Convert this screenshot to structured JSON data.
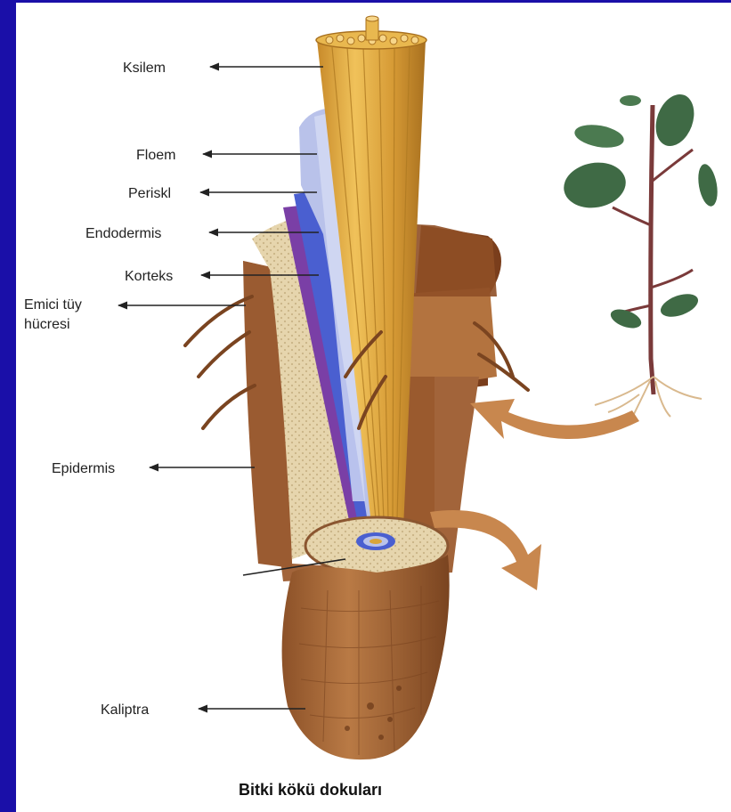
{
  "labels": {
    "xylem": "Ksilem",
    "phloem": "Floem",
    "pericycle": "Periskl",
    "endodermis": "Endodermis",
    "cortex": "Korteks",
    "root_hair_line1": "Emici tüy",
    "root_hair_line2": "hücresi",
    "epidermis": "Epidermis",
    "root_cap": "Kaliptra"
  },
  "caption": "Bitki kökü dokuları",
  "colors": {
    "background_blue": "#1a0fa8",
    "xylem": "#d9a53a",
    "phloem": "#b9c2ea",
    "pericycle": "#4a5fd0",
    "endodermis": "#7a3fa6",
    "cortex": "#e4d2a8",
    "epidermis": "#a86a3c",
    "root_cap": "#b26f3e",
    "leaf": "#3f6a45",
    "arrow": "#c8874e"
  }
}
